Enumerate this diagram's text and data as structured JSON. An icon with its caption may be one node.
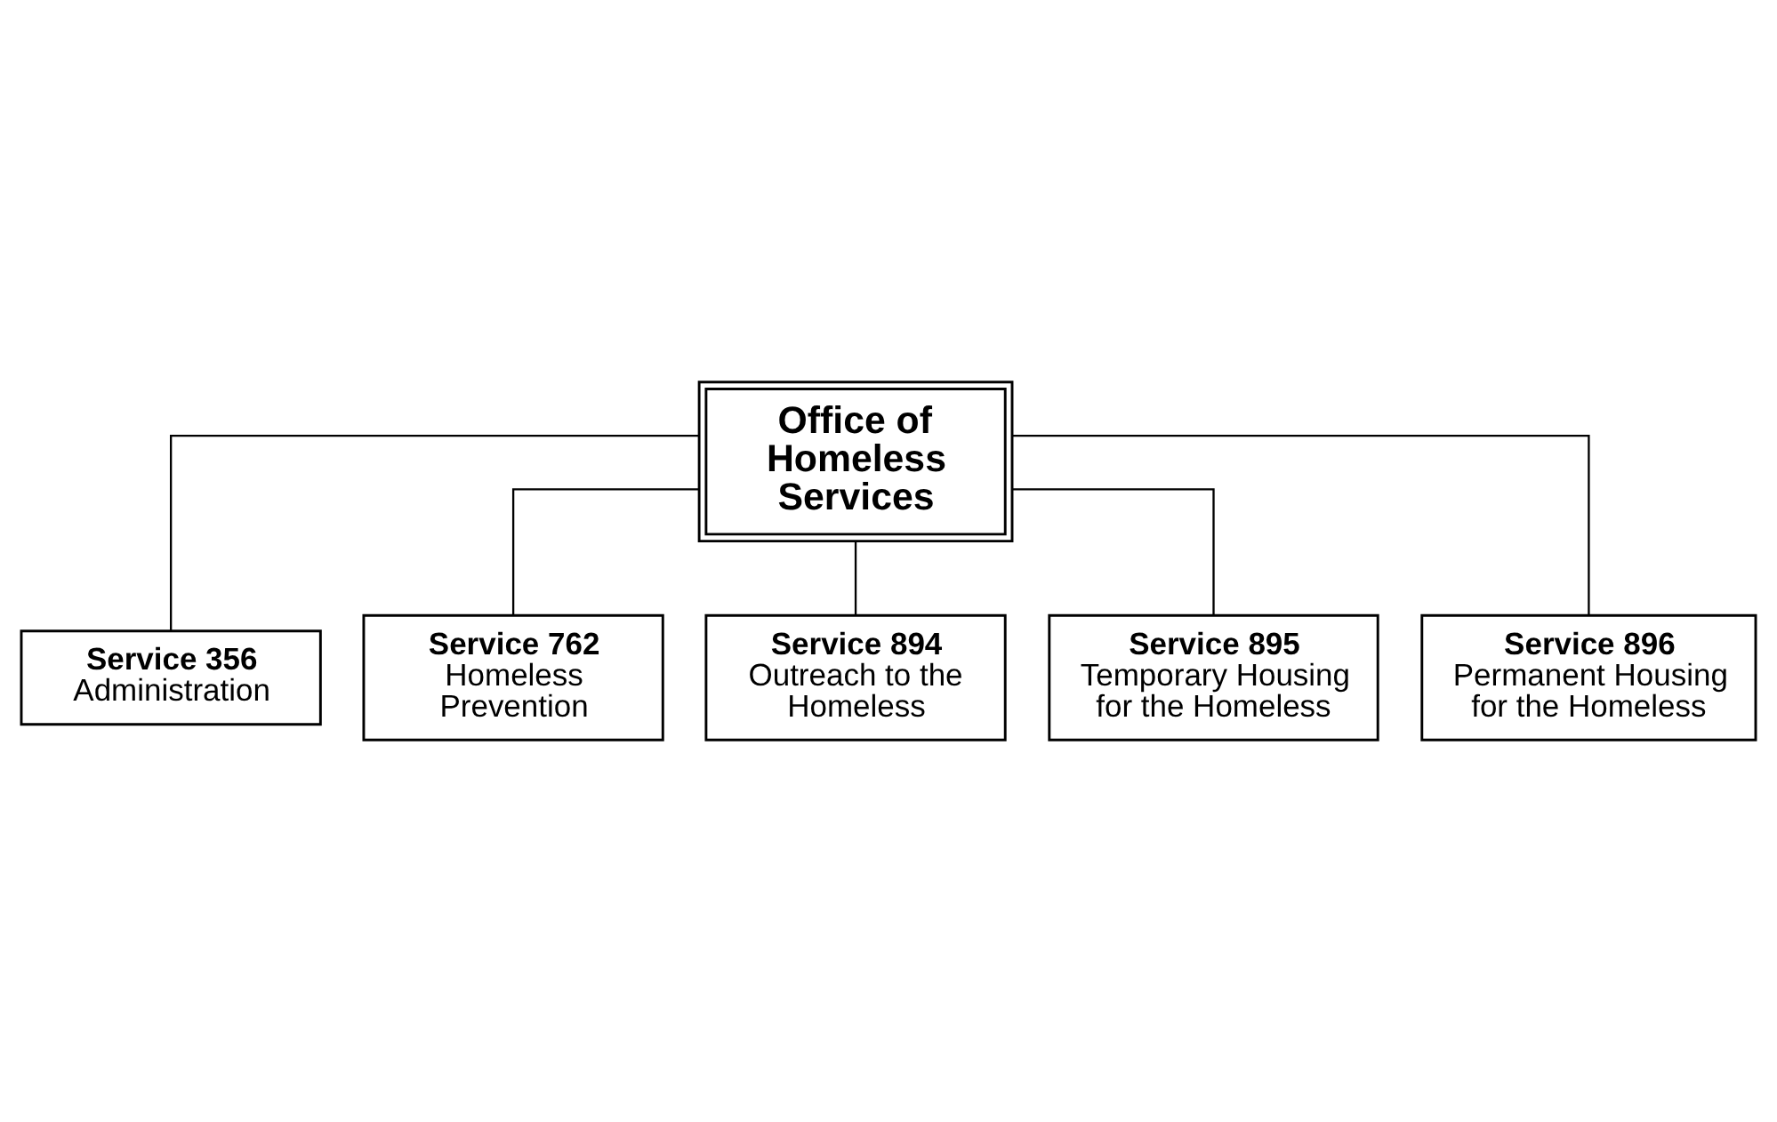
{
  "diagram": {
    "nodes": [
      {
        "text": [
          "Office of Homeless Services"
        ]
      },
      {
        "text": [
          "Service 356",
          "Administration"
        ]
      },
      {
        "text": [
          "Service 762",
          "Homeless Prevention"
        ]
      },
      {
        "text": [
          "Service 894",
          "Outreach to the Homeless"
        ]
      },
      {
        "text": [
          "Service 895",
          "Temporary Housing for the Homeless"
        ]
      },
      {
        "text": [
          "Service 896",
          "Permanent Housing for the Homeless"
        ]
      }
    ],
    "edges": [
      {
        "from": 0,
        "to": 1,
        "arrow": "none"
      },
      {
        "from": 0,
        "to": 2,
        "arrow": "none"
      },
      {
        "from": 0,
        "to": 3,
        "arrow": "none"
      },
      {
        "from": 0,
        "to": 4,
        "arrow": "none"
      },
      {
        "from": 0,
        "to": 5,
        "arrow": "none"
      }
    ]
  }
}
